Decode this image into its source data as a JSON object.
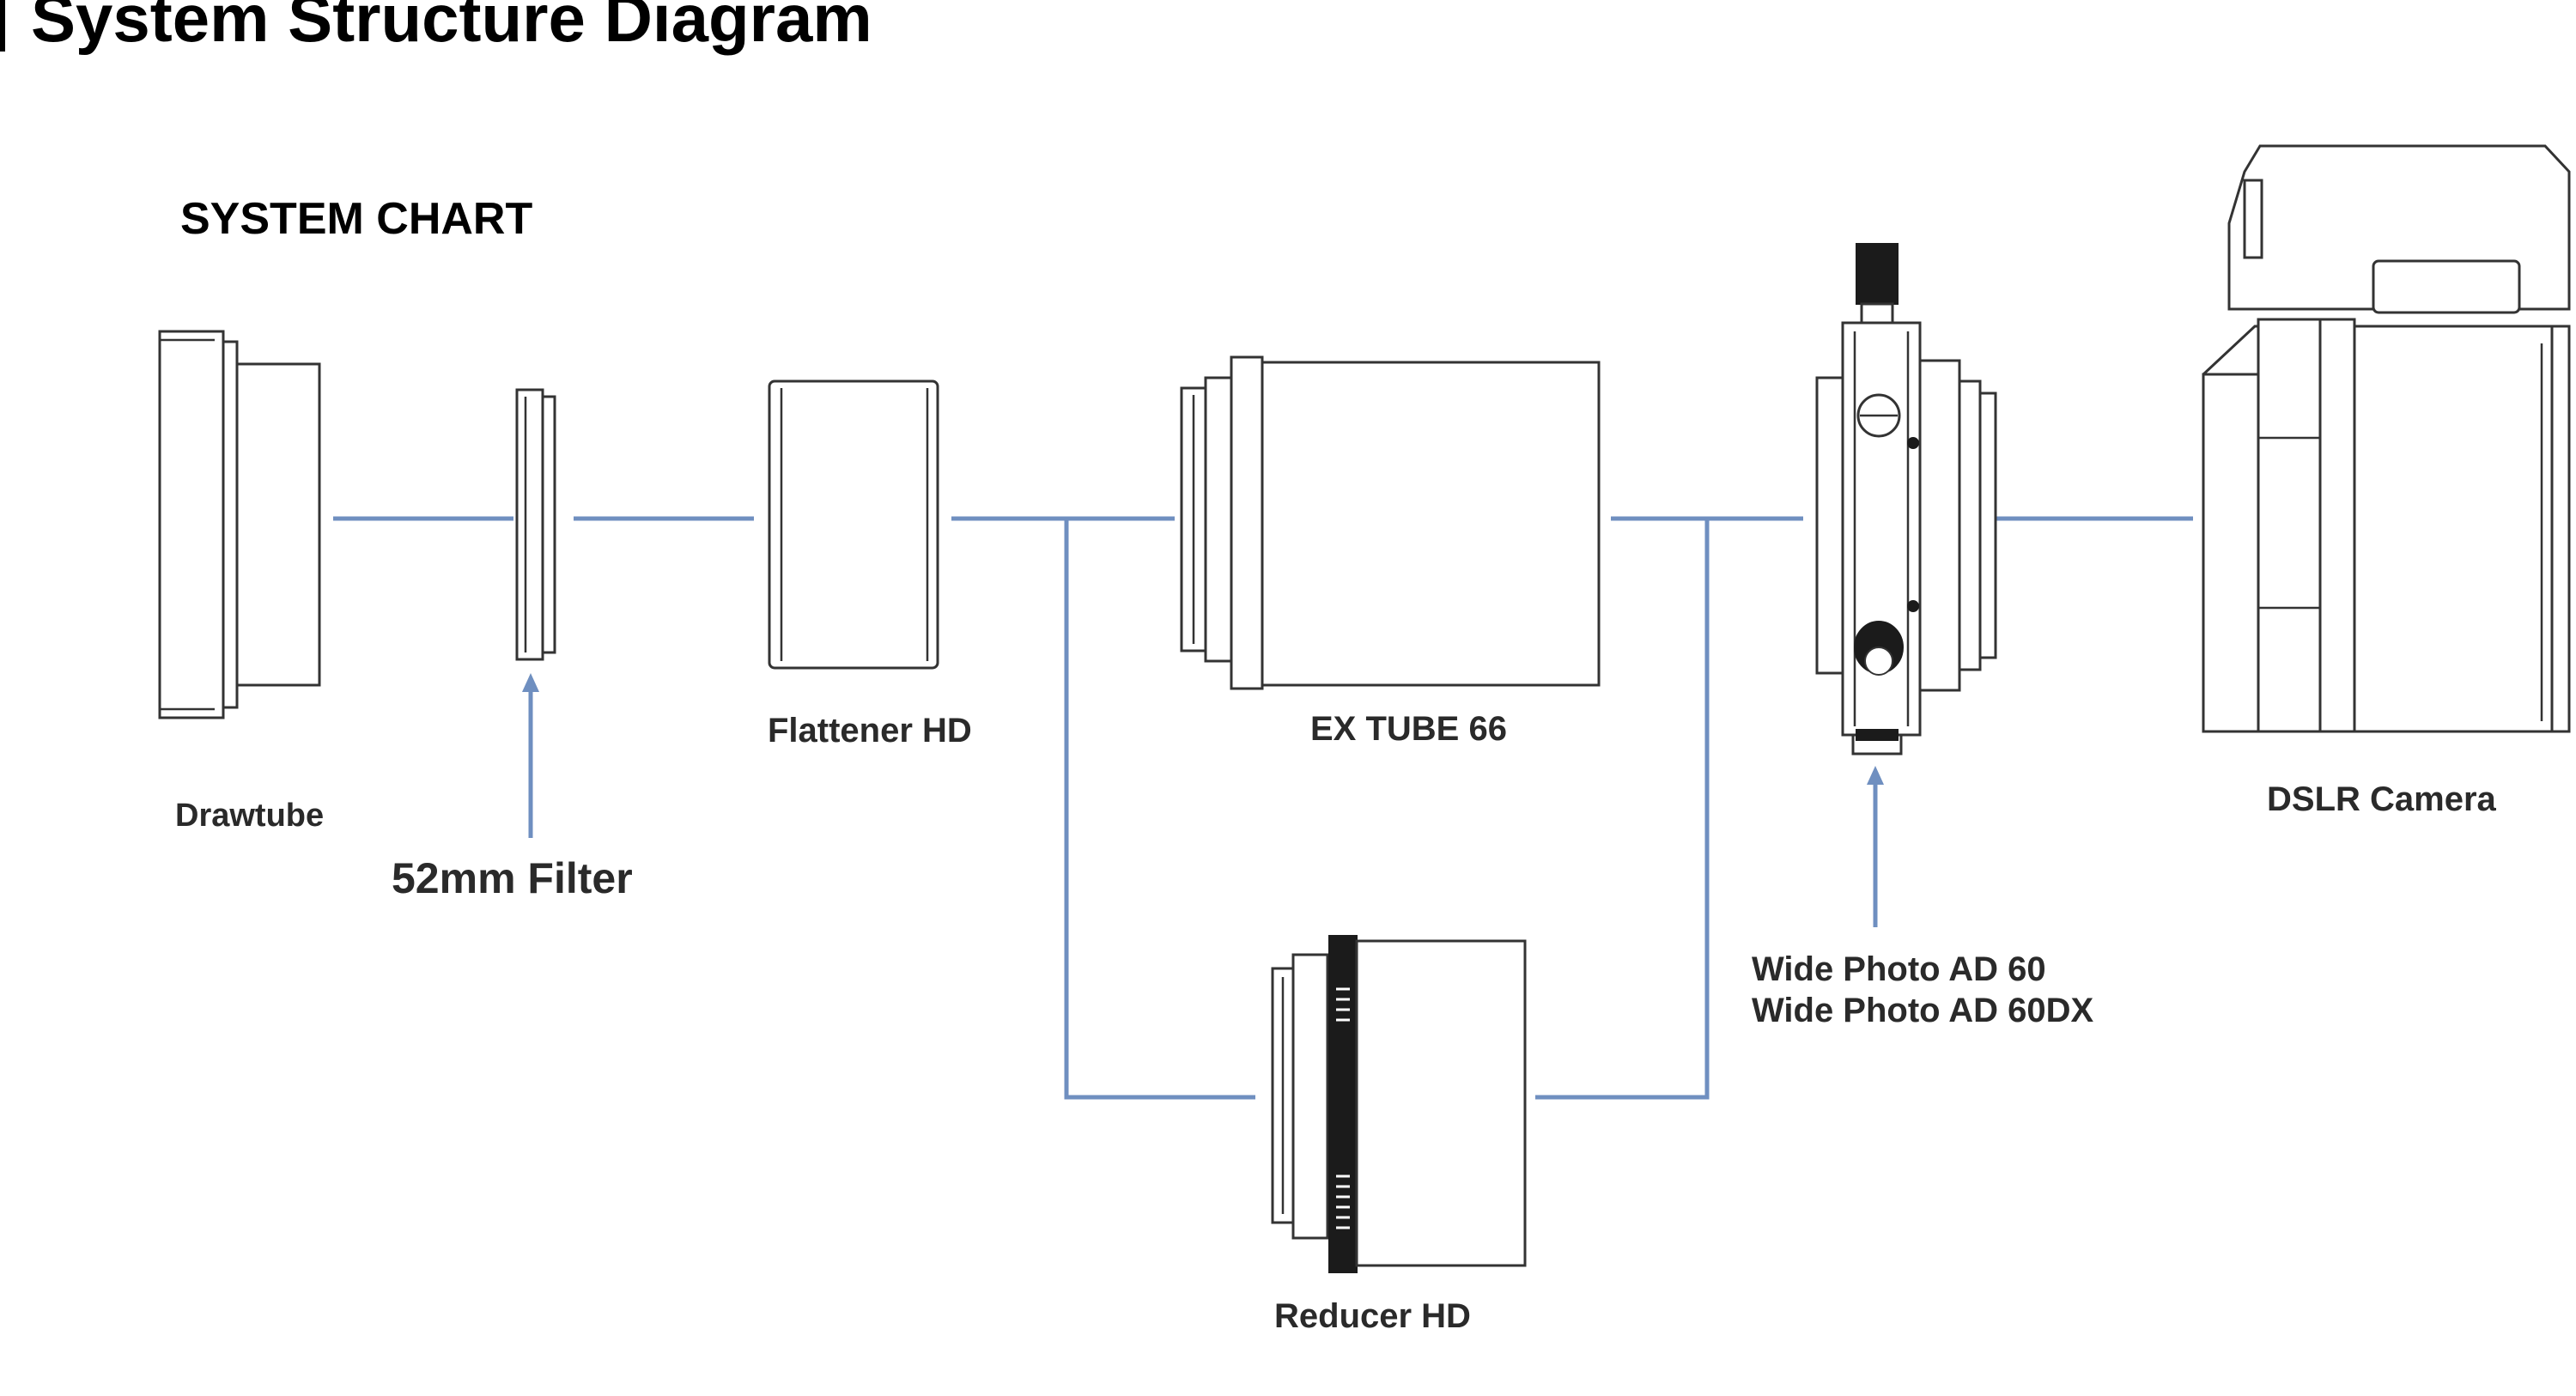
{
  "title": "System Structure Diagram",
  "chart_heading": "SYSTEM CHART",
  "colors": {
    "connector": "#6f8fc0",
    "outline": "#333333",
    "text": "#2a2a2a"
  },
  "components": {
    "drawtube": "Drawtube",
    "filter": "52mm Filter",
    "flattener": "Flattener HD",
    "ex_tube": "EX TUBE 66",
    "wide_photo_line1": "Wide Photo AD 60",
    "wide_photo_line2": "Wide Photo AD 60DX",
    "camera": "DSLR Camera",
    "reducer": "Reducer HD"
  }
}
